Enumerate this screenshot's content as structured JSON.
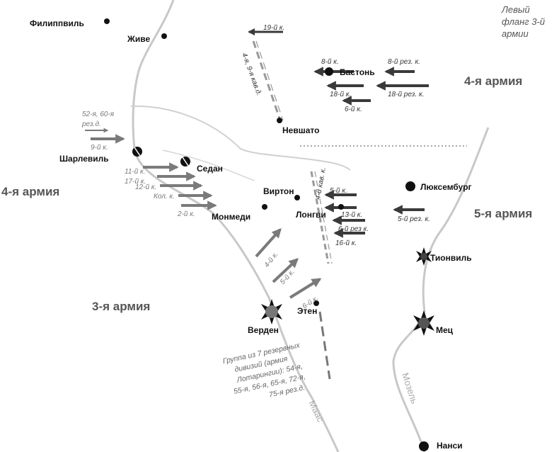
{
  "map": {
    "corner_note_lines": [
      "Левый",
      "фланг 3-й",
      "армии"
    ],
    "armies": {
      "a4_east": "4-я армия",
      "a4_west": "4-я армия",
      "a5": "5-я армия",
      "a3": "3-я армия"
    },
    "cities": {
      "philippeville": "Филиппвиль",
      "givet": "Живе",
      "charleville": "Шарлевиль",
      "sedan": "Седан",
      "bastogne": "Бастонь",
      "neufchateau": "Невшато",
      "virton": "Виртон",
      "montmedy": "Монмеди",
      "longwy": "Лонгви",
      "luxembourg": "Люксембург",
      "thionville": "Тионвиль",
      "metz": "Мец",
      "verdun": "Верден",
      "etain": "Этен",
      "nancy": "Нанси"
    },
    "rivers": {
      "meuse": "Маас",
      "moselle": "Мозель"
    },
    "units": {
      "c19": "19-й к.",
      "cav_4_9": "4-я, 9-я кав.д.",
      "c8": "8-й к.",
      "c8r": "8-й рез. к.",
      "c18": "18-й к.",
      "c18r": "18-й рез. к.",
      "c6_north": "6-й к.",
      "res_52_60_l1": "52-я, 60-я",
      "res_52_60_l2": "рез.д.",
      "c9": "9-й к.",
      "c11": "11-й к.",
      "c17": "17-й к.",
      "c12": "12-й к.",
      "col": "Кол. к.",
      "c2": "2-й к.",
      "cav4": "4-й кав. к.",
      "c5_east": "5-й к.",
      "c13": "13-й к.",
      "c6r": "6-й рез к.",
      "c16": "16-й к.",
      "c5r": "5-й рез. к.",
      "c4_fr": "4-й к.",
      "c5_fr": "5-й к.",
      "c6_fr": "6-й к."
    },
    "reserve_group_lines": [
      "Группа из 7 резервных",
      "дивизий (армия",
      "Лотарингии):   54-я,",
      "55-я, 56-я, 65-я, 72-я,",
      "75-я рез.д."
    ],
    "colors": {
      "german_arrow": "#3a3a3a",
      "french_arrow": "#7a7a7a",
      "river": "#c8c8c8",
      "army_label": "#555555"
    },
    "icons": [
      "city-dot-icon",
      "fortress-icon",
      "arrow-icon",
      "dashed-front-line"
    ]
  }
}
